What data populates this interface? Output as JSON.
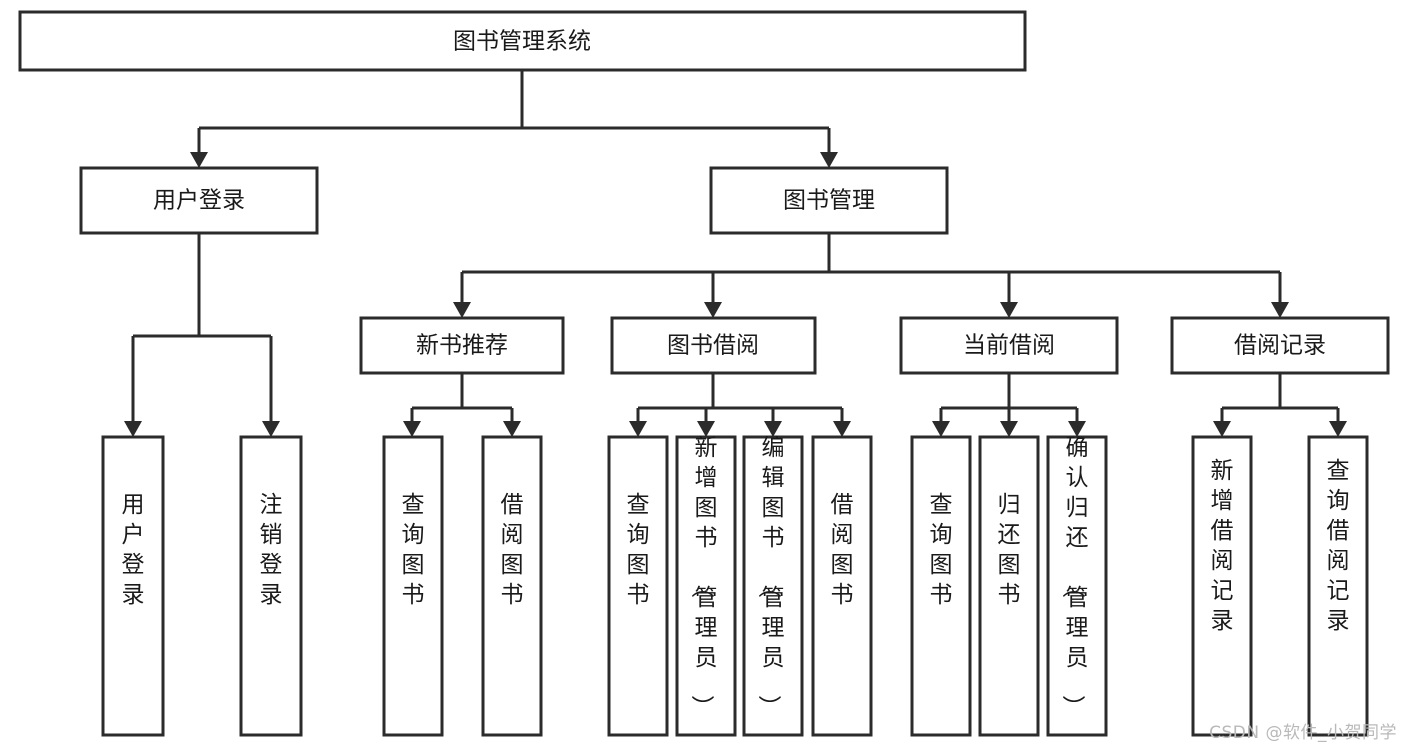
{
  "diagram": {
    "type": "tree",
    "title": "图书管理系统",
    "watermark": "CSDN @软件_小贺同学",
    "colors": {
      "box_stroke": "#2b2b2b",
      "box_fill": "#ffffff",
      "text": "#1a1a1a",
      "connector": "#2b2b2b",
      "background": "#ffffff",
      "watermark": "#b9b9b9"
    },
    "root": {
      "label": "图书管理系统"
    },
    "level2": [
      {
        "label": "用户登录"
      },
      {
        "label": "图书管理"
      }
    ],
    "level3": [
      {
        "label": "新书推荐"
      },
      {
        "label": "图书借阅"
      },
      {
        "label": "当前借阅"
      },
      {
        "label": "借阅记录"
      }
    ],
    "leaves": {
      "user_login": [
        {
          "label": "用户登录"
        },
        {
          "label": "注销登录"
        }
      ],
      "new_book_recommend": [
        {
          "label": "查询图书"
        },
        {
          "label": "借阅图书"
        }
      ],
      "book_borrow": [
        {
          "label": "查询图书"
        },
        {
          "label": "新增图书（管理员）"
        },
        {
          "label": "编辑图书（管理员）"
        },
        {
          "label": "借阅图书"
        }
      ],
      "current_borrow": [
        {
          "label": "查询图书"
        },
        {
          "label": "归还图书"
        },
        {
          "label": "确认归还（管理员）"
        }
      ],
      "borrow_record": [
        {
          "label": "新增借阅记录"
        },
        {
          "label": "查询借阅记录"
        }
      ]
    }
  }
}
